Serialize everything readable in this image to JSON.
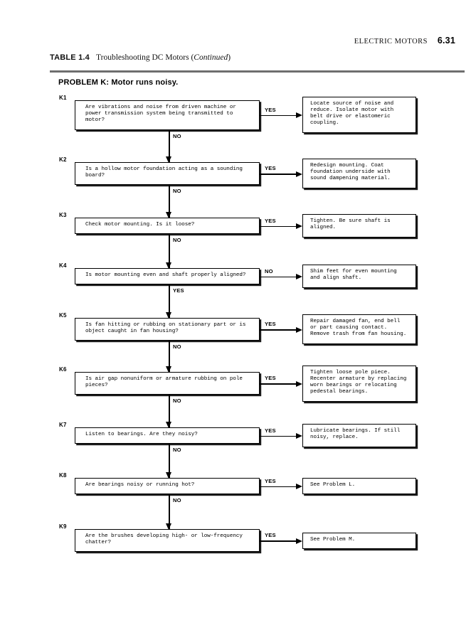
{
  "header": {
    "running_title": "ELECTRIC MOTORS",
    "folio": "6.31"
  },
  "caption": {
    "label": "TABLE 1.4",
    "text": "Troubleshooting DC Motors (",
    "continued": "Continued",
    "close": ")"
  },
  "problem": {
    "title": "PROBLEM K: Motor runs noisy."
  },
  "chart_data": {
    "type": "flowchart",
    "title": "PROBLEM K: Motor runs noisy.",
    "branch_labels": [
      "YES",
      "NO"
    ],
    "rows": [
      {
        "id": "K1",
        "question": "Are vibrations and noise from driven machine or\npower transmission system being transmitted to\nmotor?",
        "branch_label": "YES",
        "answer": "Locate source of noise and\nreduce.  Isolate motor with\nbelt drive or elastomeric\ncoupling.",
        "down_label": "NO"
      },
      {
        "id": "K2",
        "question": "Is a hollow motor foundation acting as a sounding\nboard?",
        "branch_label": "YES",
        "answer": "Redesign mounting.  Coat\nfoundation underside with\nsound dampening material.",
        "down_label": "NO"
      },
      {
        "id": "K3",
        "question": "Check motor mounting.  Is it loose?",
        "branch_label": "YES",
        "answer": "Tighten.  Be sure shaft is\naligned.",
        "down_label": "NO"
      },
      {
        "id": "K4",
        "question": "Is motor mounting even and shaft properly aligned?",
        "branch_label": "NO",
        "answer": "Shim feet for even mounting\nand align shaft.",
        "down_label": "YES"
      },
      {
        "id": "K5",
        "question": "Is fan hitting or rubbing on stationary part or is\nobject caught in fan housing?",
        "branch_label": "YES",
        "answer": "Repair damaged fan, end bell\nor part causing contact.\nRemove trash from fan housing.",
        "down_label": "NO"
      },
      {
        "id": "K6",
        "question": "Is air gap nonuniform or armature rubbing on pole\npieces?",
        "branch_label": "YES",
        "answer": "Tighten loose pole piece.\nRecenter armature by replacing\nworn bearings or relocating\npedestal bearings.",
        "down_label": "NO"
      },
      {
        "id": "K7",
        "question": "Listen to bearings.  Are they noisy?",
        "branch_label": "YES",
        "answer": "Lubricate bearings.  If still\nnoisy, replace.",
        "down_label": "NO"
      },
      {
        "id": "K8",
        "question": "Are bearings noisy or running hot?",
        "branch_label": "YES",
        "answer": "See Problem L.",
        "down_label": "NO"
      },
      {
        "id": "K9",
        "question": "Are the brushes developing high- or low-frequency\nchatter?",
        "branch_label": "YES",
        "answer": "See Problem M.",
        "down_label": null
      }
    ]
  }
}
